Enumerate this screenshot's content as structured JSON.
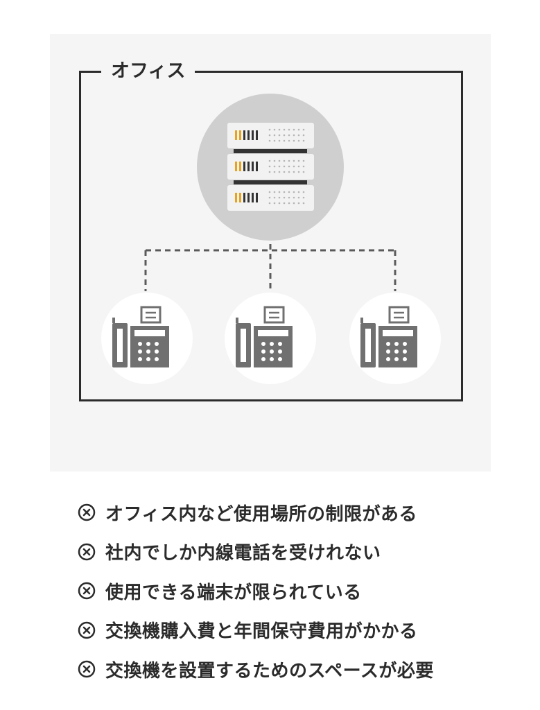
{
  "office_label": "オフィス",
  "drawbacks": [
    "オフィス内など使用場所の制限がある",
    "社内でしか内線電話を受けれない",
    "使用できる端末が限られている",
    "交換機購入費と年間保守費用がかかる",
    "交換機を設置するためのスペースが必要"
  ],
  "icons": {
    "server": "server-rack-icon",
    "phone": "desk-phone-icon",
    "bullet": "circled-x-icon"
  },
  "colors": {
    "panel_bg": "#f5f5f5",
    "frame": "#2b2b2b",
    "server_circle": "#cfcfcf",
    "server_unit": "#f2f2f2",
    "indicator_orange": "#e8a21c",
    "phone_gray": "#707070",
    "phone_circle": "#ffffff",
    "connector": "#5a5a5a"
  }
}
